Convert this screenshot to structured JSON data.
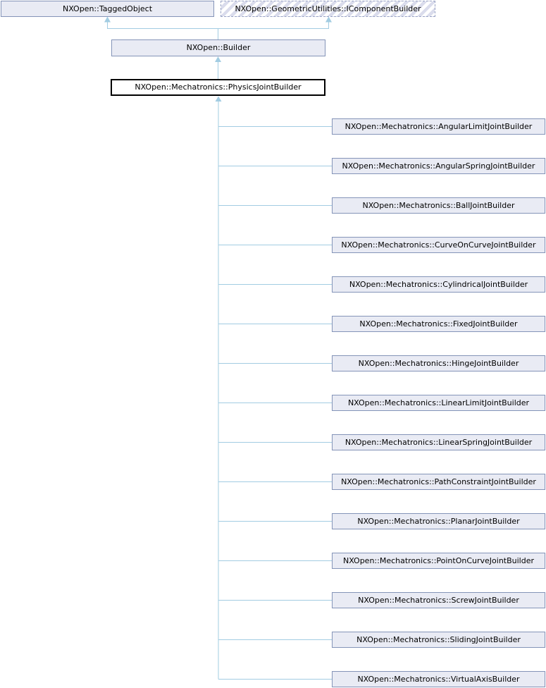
{
  "diagram": {
    "type": "class-inheritance",
    "ancestors": {
      "tagged_object": {
        "label": "NXOpen::TaggedObject"
      },
      "icomponent_builder": {
        "label": "NXOpen::GeometricUtilities::IComponentBuilder"
      },
      "builder": {
        "label": "NXOpen::Builder"
      }
    },
    "current": {
      "label": "NXOpen::Mechatronics::PhysicsJointBuilder"
    },
    "derived": [
      {
        "label": "NXOpen::Mechatronics::AngularLimitJointBuilder"
      },
      {
        "label": "NXOpen::Mechatronics::AngularSpringJointBuilder"
      },
      {
        "label": "NXOpen::Mechatronics::BallJointBuilder"
      },
      {
        "label": "NXOpen::Mechatronics::CurveOnCurveJointBuilder"
      },
      {
        "label": "NXOpen::Mechatronics::CylindricalJointBuilder"
      },
      {
        "label": "NXOpen::Mechatronics::FixedJointBuilder"
      },
      {
        "label": "NXOpen::Mechatronics::HingeJointBuilder"
      },
      {
        "label": "NXOpen::Mechatronics::LinearLimitJointBuilder"
      },
      {
        "label": "NXOpen::Mechatronics::LinearSpringJointBuilder"
      },
      {
        "label": "NXOpen::Mechatronics::PathConstraintJointBuilder"
      },
      {
        "label": "NXOpen::Mechatronics::PlanarJointBuilder"
      },
      {
        "label": "NXOpen::Mechatronics::PointOnCurveJointBuilder"
      },
      {
        "label": "NXOpen::Mechatronics::ScrewJointBuilder"
      },
      {
        "label": "NXOpen::Mechatronics::SlidingJointBuilder"
      },
      {
        "label": "NXOpen::Mechatronics::VirtualAxisBuilder"
      }
    ],
    "colors": {
      "node_fill": "#e9ebf4",
      "node_border": "#8494b8",
      "current_border": "#000000",
      "edge": "#a2cce2",
      "hatch_stripe": "#dadcec",
      "dashed_border": "#98a2c4",
      "text": "#000000",
      "background": "#ffffff"
    }
  }
}
